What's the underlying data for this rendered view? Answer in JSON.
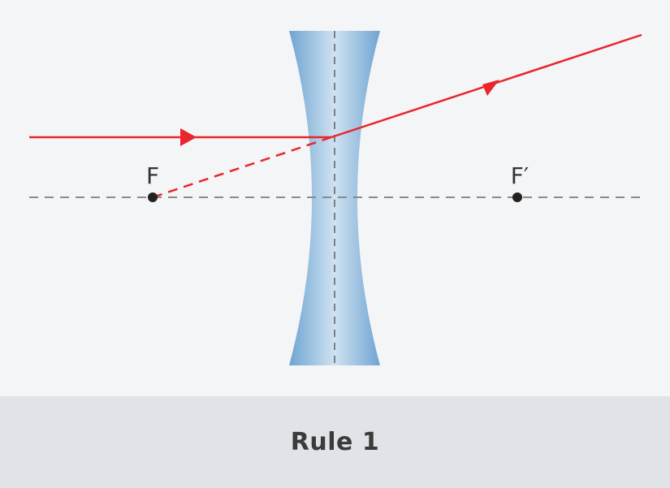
{
  "diagram": {
    "focal_left_label": "F",
    "focal_right_label": "F′"
  },
  "caption": {
    "text": "Rule 1"
  },
  "colors": {
    "background": "#f4f5f7",
    "caption_bar": "#e0e4e8",
    "ray": "#e8262b",
    "axis": "#8a8a8a",
    "lens_edge": "#6fa4d2",
    "lens_center": "#cfe2f1",
    "focal_point": "#222222",
    "text": "#333333"
  }
}
